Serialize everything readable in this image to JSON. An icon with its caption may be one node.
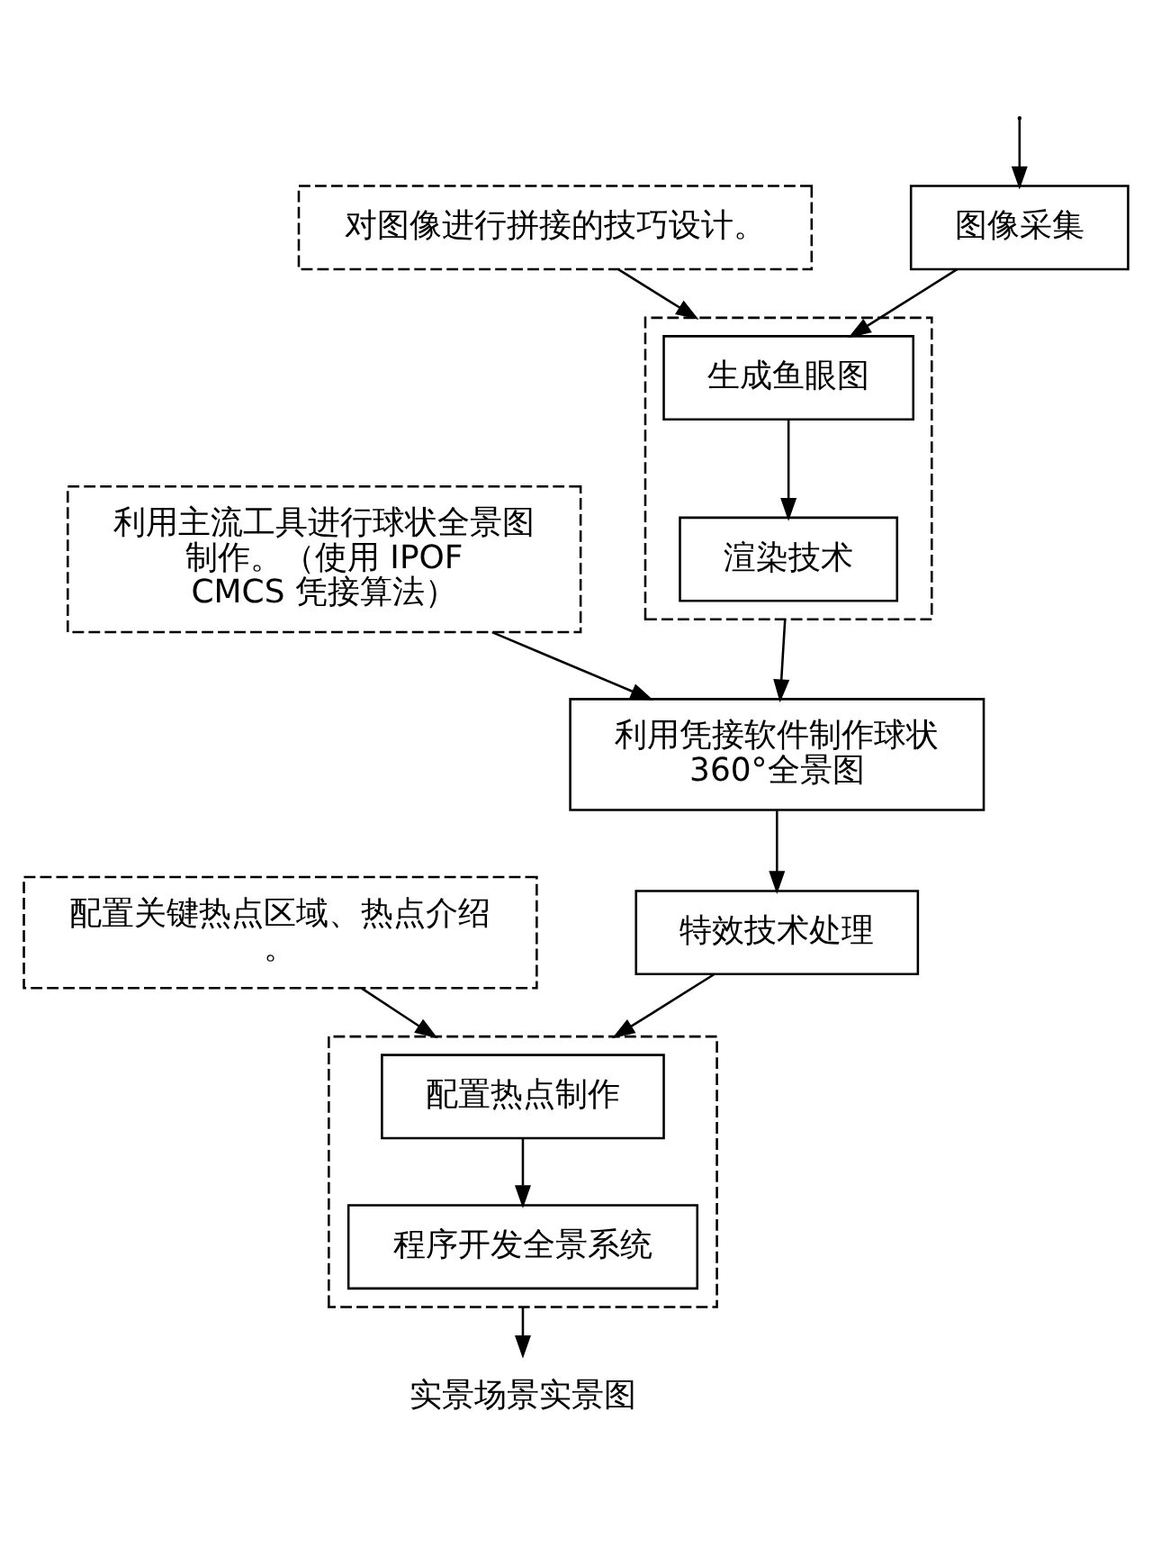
{
  "diagram": {
    "nodes": [
      {
        "text": [
          "图像采集"
        ]
      },
      {
        "text": [],
        "shape": "box"
      },
      {
        "text": [
          "生成鱼眼图"
        ],
        "in": 1
      },
      {
        "text": [
          "渲染技术"
        ],
        "in": 1
      },
      {
        "text": [
          "利用凭接软件制作球状 360°全景图"
        ]
      },
      {
        "text": [
          "特效技术处理"
        ]
      },
      {
        "text": [],
        "shape": "box"
      },
      {
        "text": [
          "配置热点制作"
        ],
        "in": 6
      },
      {
        "text": [
          "程序开发全景系统"
        ],
        "in": 6
      },
      {
        "text": [
          "实景场景实景图"
        ]
      },
      {
        "text": [
          "对图像进行拼接的技巧设计。"
        ]
      },
      {
        "text": [
          "利用主流工具进行球状全景图制作。（使用 IPOF CMCS 凭接算法）"
        ]
      },
      {
        "text": [
          "配置关键热点区域、热点介绍。"
        ]
      }
    ],
    "edges": [
      {
        "from": null,
        "to": 0,
        "arrow": "to"
      },
      {
        "from": 0,
        "to": 2,
        "arrow": "to"
      },
      {
        "from": 2,
        "to": 3,
        "arrow": "to"
      },
      {
        "from": 1,
        "to": 4,
        "arrow": "to"
      },
      {
        "from": 4,
        "to": 5,
        "arrow": "to"
      },
      {
        "from": 5,
        "to": 6,
        "arrow": "to"
      },
      {
        "from": 7,
        "to": 8,
        "arrow": "to"
      },
      {
        "from": 6,
        "to": 9,
        "arrow": "to"
      },
      {
        "from": 10,
        "to": 1,
        "arrow": "to"
      },
      {
        "from": 11,
        "to": 4,
        "arrow": "to"
      },
      {
        "from": 12,
        "to": 6,
        "arrow": "to"
      }
    ]
  }
}
